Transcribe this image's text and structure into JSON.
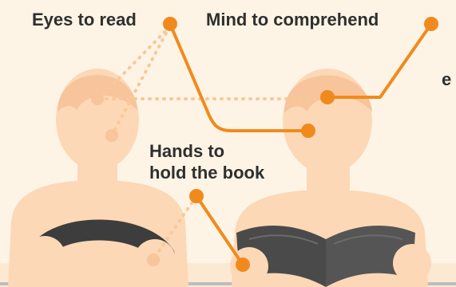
{
  "labels": {
    "eyes": "Eyes to read",
    "mind": "Mind to comprehend",
    "hands_line1": "Hands to",
    "hands_line2": "hold the book",
    "edge_fragment": "e"
  },
  "colors": {
    "background": "#fdf4e6",
    "skin": "#fcd8b6",
    "skin_shade": "#f7c49c",
    "accent_orange": "#f18a1d",
    "dotted_line": "#f9c894",
    "dark": "#3d3d3d",
    "book": "#4a4a4a",
    "text": "#2f2f2f",
    "frame": "#bdbdbd"
  },
  "icons": {
    "left_figure": "driver-figure",
    "right_figure": "reader-figure",
    "steering_wheel": "steering-wheel-icon",
    "book": "open-book-icon"
  }
}
